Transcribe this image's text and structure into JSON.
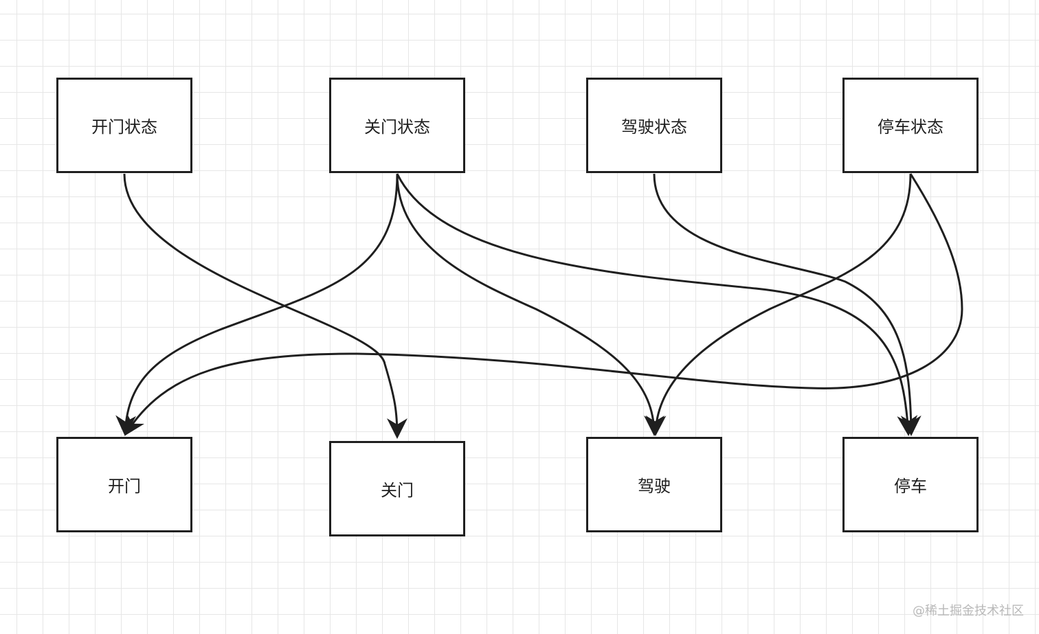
{
  "diagram": {
    "nodes": [
      {
        "id": "open_state",
        "label": "开门状态"
      },
      {
        "id": "close_state",
        "label": "关门状态"
      },
      {
        "id": "drive_state",
        "label": "驾驶状态"
      },
      {
        "id": "stop_state",
        "label": "停车状态"
      },
      {
        "id": "open",
        "label": "开门"
      },
      {
        "id": "close",
        "label": "关门"
      },
      {
        "id": "drive",
        "label": "驾驶"
      },
      {
        "id": "stop",
        "label": "停车"
      }
    ],
    "edges": [
      {
        "from": "open_state",
        "to": "close"
      },
      {
        "from": "close_state",
        "to": "open"
      },
      {
        "from": "close_state",
        "to": "drive"
      },
      {
        "from": "close_state",
        "to": "stop"
      },
      {
        "from": "drive_state",
        "to": "stop"
      },
      {
        "from": "stop_state",
        "to": "drive"
      },
      {
        "from": "stop_state",
        "to": "open"
      }
    ],
    "colors": {
      "stroke": "#1f1f1f",
      "grid": "#e6e6e6",
      "watermark": "#b9b9b9"
    }
  },
  "watermark": "@稀土掘金技术社区"
}
